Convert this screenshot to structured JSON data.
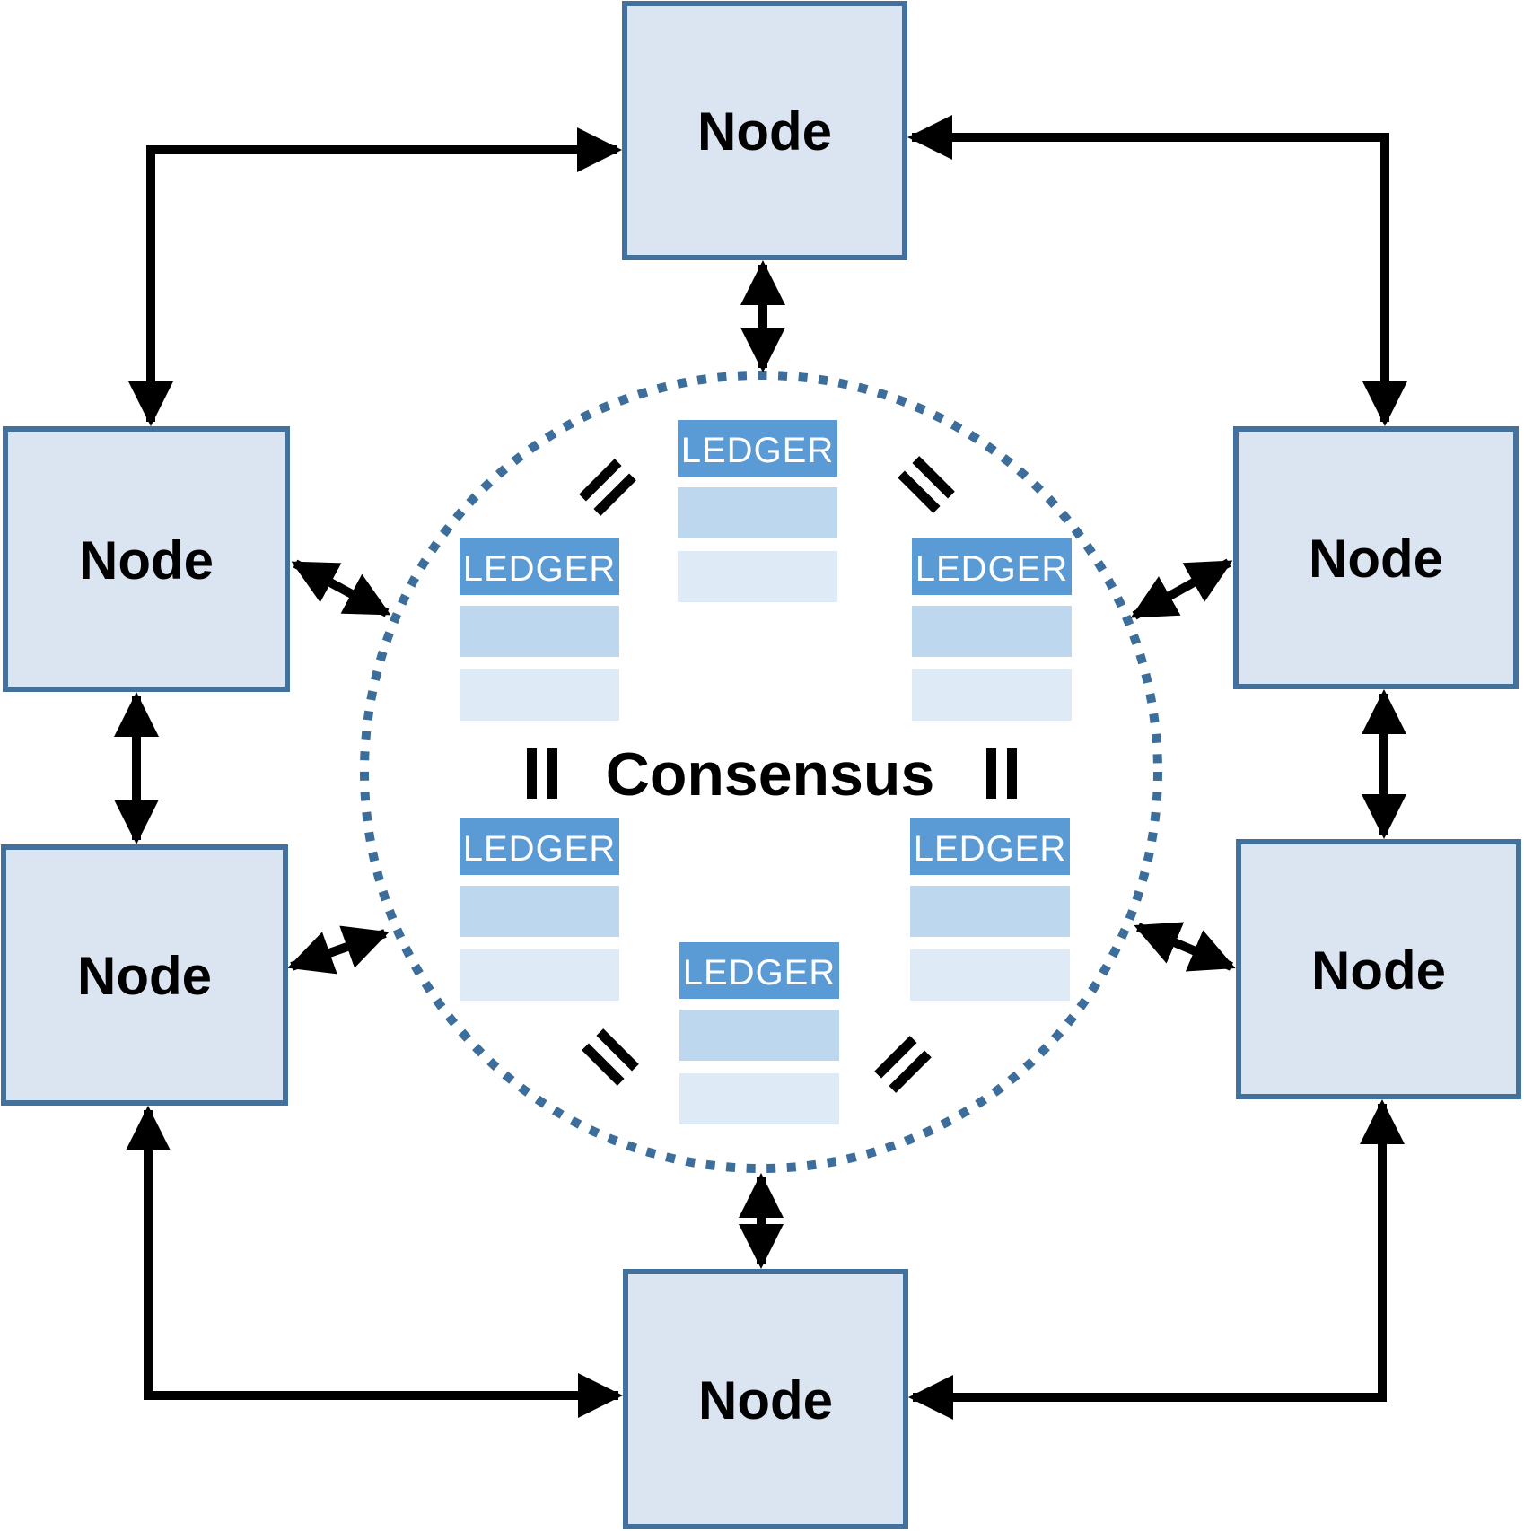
{
  "diagram": {
    "center_label": "Consensus",
    "nodes": [
      {
        "id": "top",
        "label": "Node"
      },
      {
        "id": "upper-left",
        "label": "Node"
      },
      {
        "id": "upper-right",
        "label": "Node"
      },
      {
        "id": "lower-left",
        "label": "Node"
      },
      {
        "id": "lower-right",
        "label": "Node"
      },
      {
        "id": "bottom",
        "label": "Node"
      }
    ],
    "ledgers": [
      {
        "id": "top",
        "label": "LEDGER"
      },
      {
        "id": "mid-left",
        "label": "LEDGER"
      },
      {
        "id": "mid-right",
        "label": "LEDGER"
      },
      {
        "id": "lower-left",
        "label": "LEDGER"
      },
      {
        "id": "lower-right",
        "label": "LEDGER"
      },
      {
        "id": "bottom",
        "label": "LEDGER"
      }
    ],
    "icons": {
      "equals": "equals-sign",
      "arrows": "double-headed-arrow",
      "boundary": "dotted-circle"
    },
    "colors": {
      "node_fill": "#DBE5F1",
      "node_border": "#41719C",
      "ledger_header": "#5B9BD5",
      "ledger_row_1": "#BDD7EE",
      "ledger_row_2": "#DEEAF6",
      "circle_dots": "#3D6E9B",
      "arrow": "#000000",
      "text": "#000000"
    }
  }
}
